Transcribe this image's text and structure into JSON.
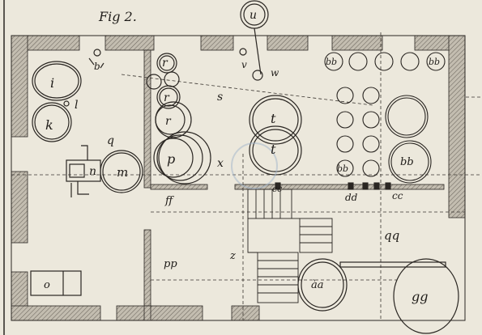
{
  "figure": {
    "title": "Fig 2."
  },
  "labels": {
    "b": "b",
    "i": "i",
    "l": "l",
    "k": "k",
    "q": "q",
    "n": "n",
    "m": "m",
    "o": "o",
    "r1": "r",
    "r2": "r",
    "r3": "r",
    "p": "p",
    "s": "s",
    "x": "x",
    "ff": "ff",
    "pp": "pp",
    "z": "z",
    "u": "u",
    "v": "v",
    "w": "w",
    "t1": "t",
    "t2": "t",
    "cc1": "cc",
    "cc2": "cc",
    "dd": "dd",
    "aa": "àa",
    "qq": "qq",
    "gg": "gg",
    "bb1": "bb",
    "bb2": "bb",
    "bb3": "bb",
    "bb4": "bb"
  },
  "colors": {
    "paper": "#ece8dc",
    "ink": "#2a2622",
    "wall_fill": "#b9b3a6"
  }
}
